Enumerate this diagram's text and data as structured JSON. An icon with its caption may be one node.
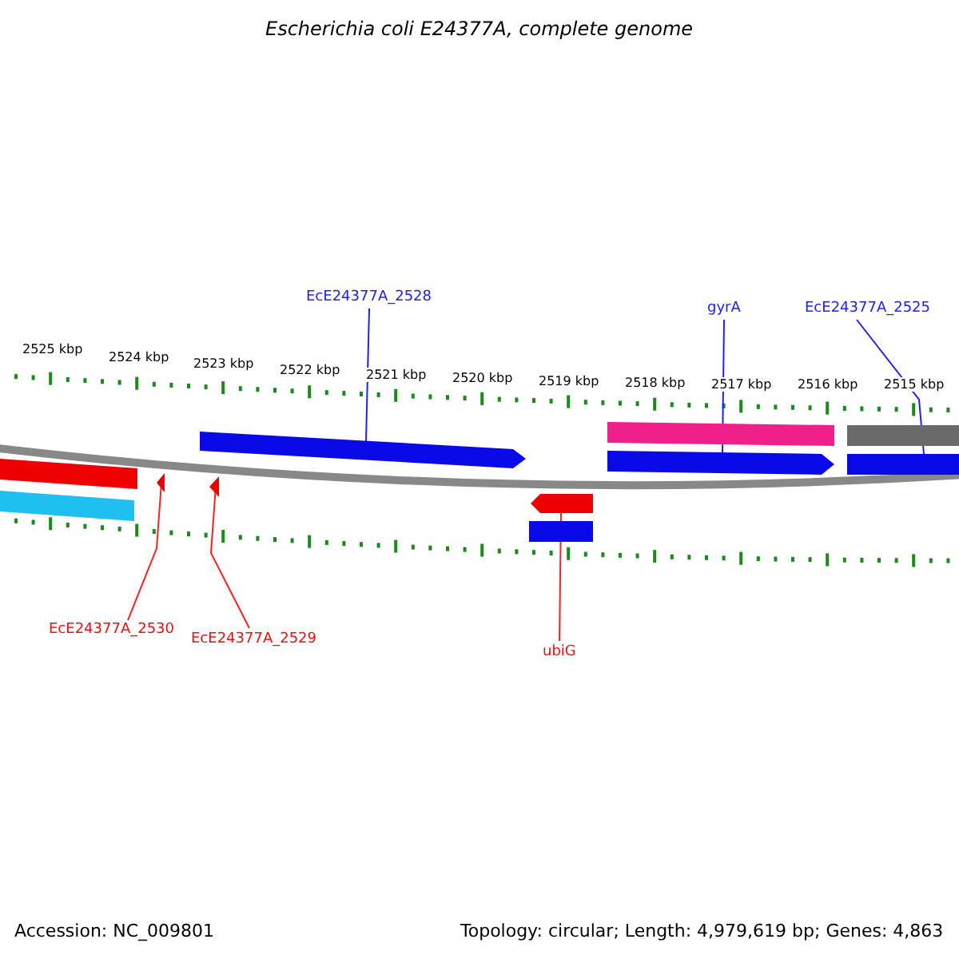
{
  "diagram": {
    "title": "Escherichia coli E24377A, complete genome",
    "nodes": [
      {
        "text": [
          "EcE24377A_2528"
        ]
      },
      {
        "text": [
          "gyrA"
        ]
      },
      {
        "text": [
          "EcE24377A_2525"
        ]
      },
      {
        "text": [],
        "shape": "arrow"
      },
      {
        "text": [],
        "shape": "arrow"
      },
      {
        "text": [],
        "shape": "bar"
      },
      {
        "text": [],
        "shape": "triangle"
      },
      {
        "text": [],
        "shape": "triangle"
      },
      {
        "text": [],
        "shape": "arrow"
      },
      {
        "text": [
          "EcE24377A_2530"
        ]
      },
      {
        "text": [
          "EcE24377A_2529"
        ]
      },
      {
        "text": [
          "ubiG"
        ]
      },
      {
        "text": [],
        "shape": "bar"
      },
      {
        "text": [],
        "shape": "bar"
      },
      {
        "text": [],
        "shape": "bar"
      },
      {
        "text": [],
        "shape": "bar"
      },
      {
        "text": [],
        "shape": "bar"
      }
    ],
    "edges": [
      {
        "from": 0,
        "to": 3,
        "arrow": "none"
      },
      {
        "from": 1,
        "to": 4,
        "arrow": "none"
      },
      {
        "from": 2,
        "to": 5,
        "arrow": "none"
      },
      {
        "from": 9,
        "to": 6,
        "arrow": "none",
        "color": "#ff2020"
      },
      {
        "from": 10,
        "to": 7,
        "arrow": "none",
        "color": "#ff2020"
      },
      {
        "from": 11,
        "to": 8,
        "arrow": "none",
        "color": "#ff2020"
      }
    ],
    "labels": [
      "2525 kbp",
      "2524 kbp",
      "2523 kbp",
      "2522 kbp",
      "2521 kbp",
      "2520 kbp",
      "2519 kbp",
      "2518 kbp",
      "2517 kbp",
      "2516 kbp",
      "2515 kbp",
      "Accession: NC_009801",
      "Topology: circular; Length: 4,979,619 bp; Genes: 4,863"
    ]
  }
}
